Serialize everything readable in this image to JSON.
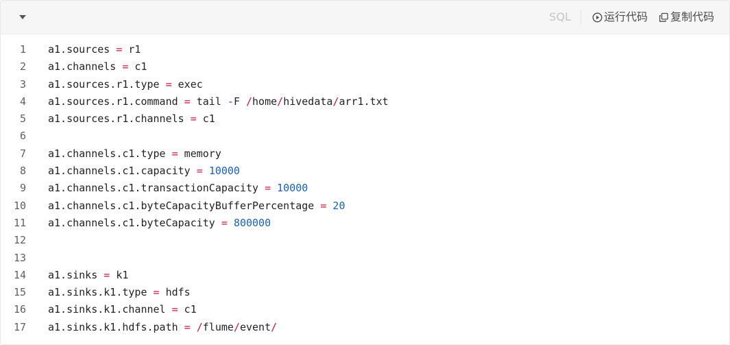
{
  "toolbar": {
    "collapse_icon": "caret-down-icon",
    "language": "SQL",
    "run_label": "运行代码",
    "run_icon": "play-circle-icon",
    "copy_label": "复制代码",
    "copy_icon": "copy-icon"
  },
  "colors": {
    "operator": "#c4173c",
    "number": "#1a5fb4",
    "text": "#222222",
    "line_number": "#5f5f5f",
    "toolbar_bg": "#f6f6f6"
  },
  "code": {
    "lines": [
      {
        "num": "1",
        "tokens": [
          {
            "t": "a1.sources ",
            "k": "plain"
          },
          {
            "t": "=",
            "k": "op"
          },
          {
            "t": " r1",
            "k": "plain"
          }
        ]
      },
      {
        "num": "2",
        "tokens": [
          {
            "t": "a1.channels ",
            "k": "plain"
          },
          {
            "t": "=",
            "k": "op"
          },
          {
            "t": " c1",
            "k": "plain"
          }
        ]
      },
      {
        "num": "3",
        "tokens": [
          {
            "t": "a1.sources.r1.type ",
            "k": "plain"
          },
          {
            "t": "=",
            "k": "op"
          },
          {
            "t": " exec",
            "k": "plain"
          }
        ]
      },
      {
        "num": "4",
        "tokens": [
          {
            "t": "a1.sources.r1.command ",
            "k": "plain"
          },
          {
            "t": "=",
            "k": "op"
          },
          {
            "t": " tail ",
            "k": "plain"
          },
          {
            "t": "-",
            "k": "op"
          },
          {
            "t": "F ",
            "k": "plain"
          },
          {
            "t": "/",
            "k": "op"
          },
          {
            "t": "home",
            "k": "plain"
          },
          {
            "t": "/",
            "k": "op"
          },
          {
            "t": "hivedata",
            "k": "plain"
          },
          {
            "t": "/",
            "k": "op"
          },
          {
            "t": "arr1.txt",
            "k": "plain"
          }
        ]
      },
      {
        "num": "5",
        "tokens": [
          {
            "t": "a1.sources.r1.channels ",
            "k": "plain"
          },
          {
            "t": "=",
            "k": "op"
          },
          {
            "t": " c1",
            "k": "plain"
          }
        ]
      },
      {
        "num": "6",
        "tokens": []
      },
      {
        "num": "7",
        "tokens": [
          {
            "t": "a1.channels.c1.type ",
            "k": "plain"
          },
          {
            "t": "=",
            "k": "op"
          },
          {
            "t": " memory",
            "k": "plain"
          }
        ]
      },
      {
        "num": "8",
        "tokens": [
          {
            "t": "a1.channels.c1.capacity ",
            "k": "plain"
          },
          {
            "t": "=",
            "k": "op"
          },
          {
            "t": " ",
            "k": "plain"
          },
          {
            "t": "10000",
            "k": "num"
          }
        ]
      },
      {
        "num": "9",
        "tokens": [
          {
            "t": "a1.channels.c1.transactionCapacity ",
            "k": "plain"
          },
          {
            "t": "=",
            "k": "op"
          },
          {
            "t": " ",
            "k": "plain"
          },
          {
            "t": "10000",
            "k": "num"
          }
        ]
      },
      {
        "num": "10",
        "tokens": [
          {
            "t": "a1.channels.c1.byteCapacityBufferPercentage ",
            "k": "plain"
          },
          {
            "t": "=",
            "k": "op"
          },
          {
            "t": " ",
            "k": "plain"
          },
          {
            "t": "20",
            "k": "num"
          }
        ]
      },
      {
        "num": "11",
        "tokens": [
          {
            "t": "a1.channels.c1.byteCapacity ",
            "k": "plain"
          },
          {
            "t": "=",
            "k": "op"
          },
          {
            "t": " ",
            "k": "plain"
          },
          {
            "t": "800000",
            "k": "num"
          }
        ]
      },
      {
        "num": "12",
        "tokens": []
      },
      {
        "num": "13",
        "tokens": []
      },
      {
        "num": "14",
        "tokens": [
          {
            "t": "a1.sinks ",
            "k": "plain"
          },
          {
            "t": "=",
            "k": "op"
          },
          {
            "t": " k1",
            "k": "plain"
          }
        ]
      },
      {
        "num": "15",
        "tokens": [
          {
            "t": "a1.sinks.k1.type ",
            "k": "plain"
          },
          {
            "t": "=",
            "k": "op"
          },
          {
            "t": " hdfs",
            "k": "plain"
          }
        ]
      },
      {
        "num": "16",
        "tokens": [
          {
            "t": "a1.sinks.k1.channel ",
            "k": "plain"
          },
          {
            "t": "=",
            "k": "op"
          },
          {
            "t": " c1",
            "k": "plain"
          }
        ]
      },
      {
        "num": "17",
        "tokens": [
          {
            "t": "a1.sinks.k1.hdfs.path ",
            "k": "plain"
          },
          {
            "t": "=",
            "k": "op"
          },
          {
            "t": " ",
            "k": "plain"
          },
          {
            "t": "/",
            "k": "op"
          },
          {
            "t": "flume",
            "k": "plain"
          },
          {
            "t": "/",
            "k": "op"
          },
          {
            "t": "event",
            "k": "plain"
          },
          {
            "t": "/",
            "k": "op"
          }
        ]
      }
    ]
  }
}
